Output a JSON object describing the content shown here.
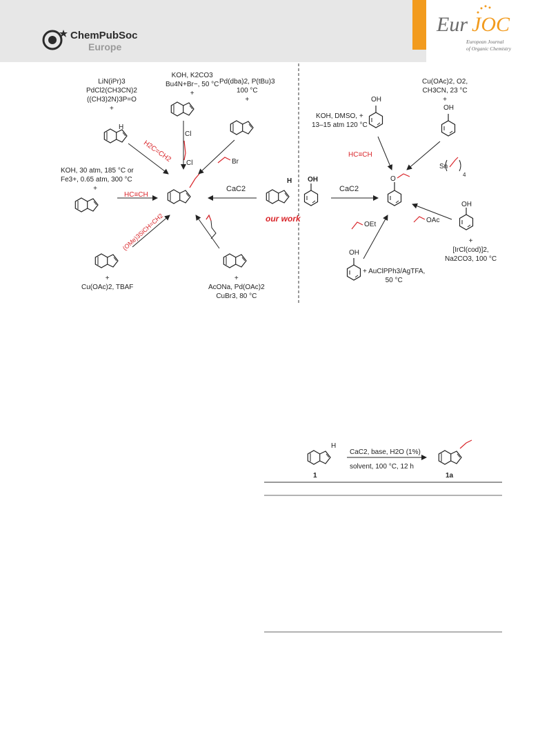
{
  "header": {
    "publisher": "ChemPubSoc",
    "publisher_sub": "Europe",
    "journal_eur": "Eur",
    "journal_joc": "JOC",
    "journal_sub1": "European Journal",
    "journal_sub2": "of Organic Chemistry"
  },
  "scheme1": {
    "left": {
      "top_left": [
        "LiN(iPr)3",
        "PdCl2(CH3CN)2",
        "((CH3)2N)3P=O",
        "+"
      ],
      "top_mid": [
        "KOH, K2CO3",
        "Bu4N+Br−, 50 °C",
        "+"
      ],
      "top_right": [
        "Pd(dba)2, P(tBu)3",
        "100 °C",
        "+"
      ],
      "mid_left": [
        "KOH, 30 atm, 185 °C or",
        "Fe3+, 0.65 atm, 300 °C",
        "+"
      ],
      "ethylene": "H2C=CH2",
      "acetylene": "HC≡CH",
      "cac2": "CaC2",
      "bot_left": [
        "+",
        "Cu(OAc)2, TBAF"
      ],
      "silane": "(OMe)3SiCH=CH2",
      "bot_right": [
        "+",
        "AcONa, Pd(OAc)2",
        "CuBr3, 80 °C"
      ],
      "cl": "Cl",
      "br": "Br"
    },
    "center": {
      "our_work": "our work",
      "nh": "H",
      "oh": "OH"
    },
    "right": {
      "top_left": [
        "KOH, DMSO,  +",
        "13–15 atm 120 °C"
      ],
      "top_right": [
        "Cu(OAc)2, O2,",
        "CH3CN, 23 °C",
        "+"
      ],
      "acetylene": "HC≡CH",
      "cac2": "CaC2",
      "sn": "Sn",
      "sn_sub": "4",
      "oet": "OEt",
      "oac": "OAc",
      "bot_right": [
        "+",
        "[IrCl(cod)]2,",
        "Na2CO3, 100 °C"
      ],
      "bot_left": [
        "+ AuClPPh3/AgTFA,",
        "50 °C"
      ],
      "oh": "OH",
      "o": "O"
    }
  },
  "scheme2": {
    "reagents_top": "CaC2, base, H2O (1%)",
    "reagents_bottom": "solvent, 100 °C, 12 h",
    "sm_label": "1",
    "product_label": "1a",
    "nh": "H"
  }
}
